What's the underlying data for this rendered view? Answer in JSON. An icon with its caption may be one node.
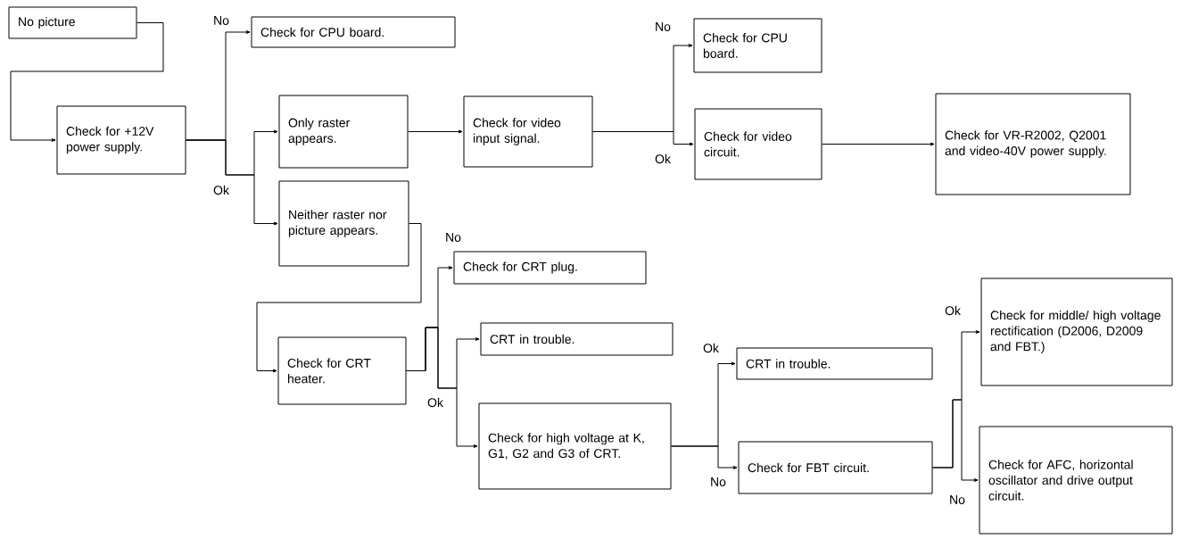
{
  "diagram": {
    "nodes": [
      {
        "text": [
          "No picture"
        ]
      },
      {
        "text": [
          "Check for +12V power supply."
        ]
      },
      {
        "text": [
          "Check for CPU board."
        ]
      },
      {
        "text": [
          "Only raster appears."
        ]
      },
      {
        "text": [
          "Neither raster nor picture appears."
        ]
      },
      {
        "text": [
          "Check for video input signal."
        ]
      },
      {
        "text": [
          "Check for CPU board."
        ]
      },
      {
        "text": [
          "Check for video circuit."
        ]
      },
      {
        "text": [
          "Check for VR-R2002, Q2001 and video-40V power supply."
        ]
      },
      {
        "text": [
          "Check for CRT plug."
        ]
      },
      {
        "text": [
          "Check for CRT heater."
        ]
      },
      {
        "text": [
          "CRT in trouble."
        ]
      },
      {
        "text": [
          "Check for high voltage at K, G1, G2 and G3 of CRT."
        ]
      },
      {
        "text": [
          "CRT in trouble."
        ]
      },
      {
        "text": [
          "Check for FBT circuit."
        ]
      },
      {
        "text": [
          "Check for middle/ high voltage rectification (D2006, D2009 and FBT.)"
        ]
      },
      {
        "text": [
          "Check for AFC, horizontal oscillator and drive output circuit."
        ]
      }
    ],
    "edges": [
      {
        "from": 0,
        "to": 1,
        "arrow": "to"
      },
      {
        "from": 1,
        "to": 2,
        "arrow": "to",
        "label": "No"
      },
      {
        "from": 1,
        "to": 3,
        "arrow": "to",
        "label": "Ok"
      },
      {
        "from": 1,
        "to": 4,
        "arrow": "to"
      },
      {
        "from": 3,
        "to": 5,
        "arrow": "to"
      },
      {
        "from": 5,
        "to": 6,
        "arrow": "to",
        "label": "No"
      },
      {
        "from": 5,
        "to": 7,
        "arrow": "to",
        "label": "Ok"
      },
      {
        "from": 7,
        "to": 8,
        "arrow": "to"
      },
      {
        "from": 4,
        "to": 10,
        "arrow": "to"
      },
      {
        "from": 10,
        "to": 9,
        "arrow": "to",
        "label": "No"
      },
      {
        "from": 10,
        "to": 11,
        "arrow": "to",
        "label": "Ok"
      },
      {
        "from": 10,
        "to": 12,
        "arrow": "to"
      },
      {
        "from": 12,
        "to": 13,
        "arrow": "to",
        "label": "Ok"
      },
      {
        "from": 12,
        "to": 14,
        "arrow": "to",
        "label": "No"
      },
      {
        "from": 14,
        "to": 15,
        "arrow": "to",
        "label": "Ok"
      },
      {
        "from": 14,
        "to": 16,
        "arrow": "to",
        "label": "No"
      }
    ]
  }
}
